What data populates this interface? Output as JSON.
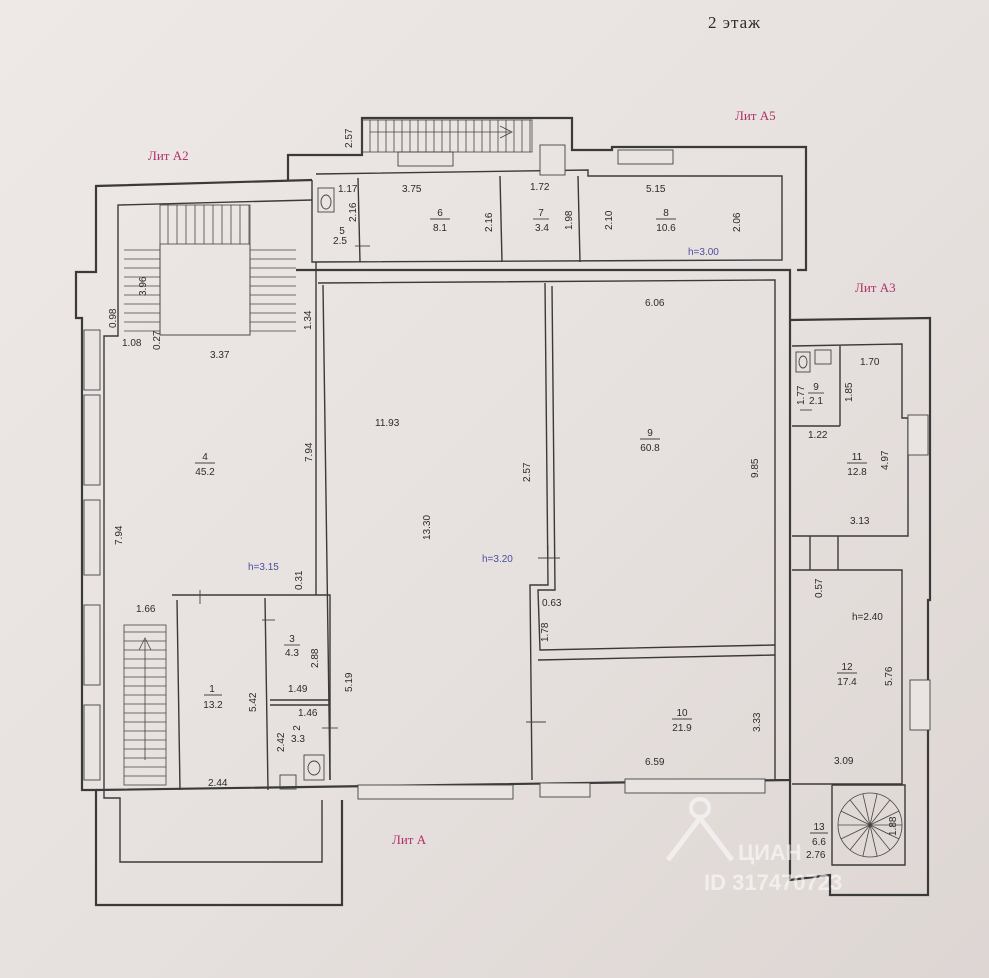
{
  "floor_title": "2 этаж",
  "litera": {
    "a2": "Лит А2",
    "a5": "Лит А5",
    "a3": "Лит А3",
    "a": "Лит А"
  },
  "heights": {
    "main": "h=3.20",
    "left": "h=3.15",
    "top": "h=3.00",
    "right": "h=2.40"
  },
  "rooms": {
    "r1": {
      "num": "1",
      "area": "13.2"
    },
    "r2": {
      "num": "2",
      "area": "3.3"
    },
    "r3": {
      "num": "3",
      "area": "4.3"
    },
    "r4": {
      "num": "4",
      "area": "45.2"
    },
    "r5": {
      "num": "5",
      "area": "2.5"
    },
    "r6": {
      "num": "6",
      "area": "8.1"
    },
    "r7": {
      "num": "7",
      "area": "3.4"
    },
    "r8": {
      "num": "8",
      "area": "10.6"
    },
    "r9": {
      "num": "9",
      "area": "60.8"
    },
    "r9s": {
      "num": "9",
      "area": "2.1"
    },
    "r10": {
      "num": "10",
      "area": "21.9"
    },
    "r11": {
      "num": "11",
      "area": "12.8"
    },
    "r12": {
      "num": "12",
      "area": "17.4"
    },
    "r13": {
      "num": "13",
      "area": "6.6"
    }
  },
  "dims": {
    "d257top": "2.57",
    "d117": "1.17",
    "d375": "3.75",
    "d172": "1.72",
    "d515": "5.15",
    "d216a": "2.16",
    "d216b": "2.16",
    "d198": "1.98",
    "d210": "2.10",
    "d206": "2.06",
    "d396": "3.96",
    "d098": "0.98",
    "d108": "1.08",
    "d027": "0.27",
    "d337": "3.37",
    "d134": "1.34",
    "d606": "6.06",
    "d1193": "11.93",
    "d794a": "7.94",
    "d794b": "7.94",
    "d257mid": "2.57",
    "d1330": "13.30",
    "d985": "9.85",
    "d031": "0.31",
    "d166": "1.66",
    "d063": "0.63",
    "d178": "1.78",
    "d288": "2.88",
    "d149": "1.49",
    "d519": "5.19",
    "d542": "5.42",
    "d146": "1.46",
    "d242": "2.42",
    "d244": "2.44",
    "d659": "6.59",
    "d333": "3.33",
    "d170": "1.70",
    "d177": "1.77",
    "d185": "1.85",
    "d122": "1.22",
    "d497": "4.97",
    "d313": "3.13",
    "d057": "0.57",
    "d576": "5.76",
    "d309": "3.09",
    "d276": "2.76",
    "d188": "1.88"
  },
  "watermark": {
    "logo": "ЦИАН",
    "id": "ID 317470723"
  }
}
